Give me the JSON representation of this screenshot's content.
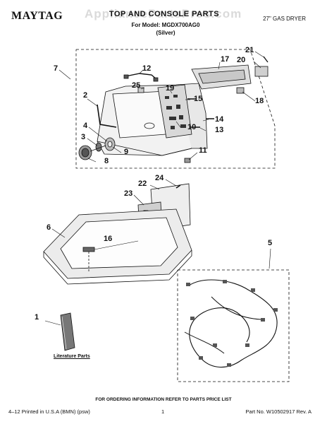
{
  "header": {
    "brand": "MAYTAG",
    "title": "TOP AND CONSOLE PARTS",
    "model_line": "For Model: MGDX700AG0",
    "color_line": "(Silver)",
    "product": "27\" GAS DRYER",
    "watermark": "AppliancePartsPros.com"
  },
  "callouts": [
    "1",
    "2",
    "3",
    "4",
    "5",
    "6",
    "7",
    "8",
    "9",
    "10",
    "11",
    "12",
    "13",
    "14",
    "15",
    "16",
    "17",
    "18",
    "19",
    "20",
    "21",
    "22",
    "23",
    "24",
    "25"
  ],
  "literature_label": "Literature Parts",
  "footer": {
    "ordering": "FOR ORDERING INFORMATION REFER TO PARTS PRICE LIST",
    "printed": "4–12 Printed in U.S.A (BMN) (psw)",
    "page": "1",
    "part_no": "Part No. W10502917 Rev. A"
  },
  "colors": {
    "ink": "#111111",
    "shade": "#d8d8d8",
    "dark": "#555555"
  }
}
